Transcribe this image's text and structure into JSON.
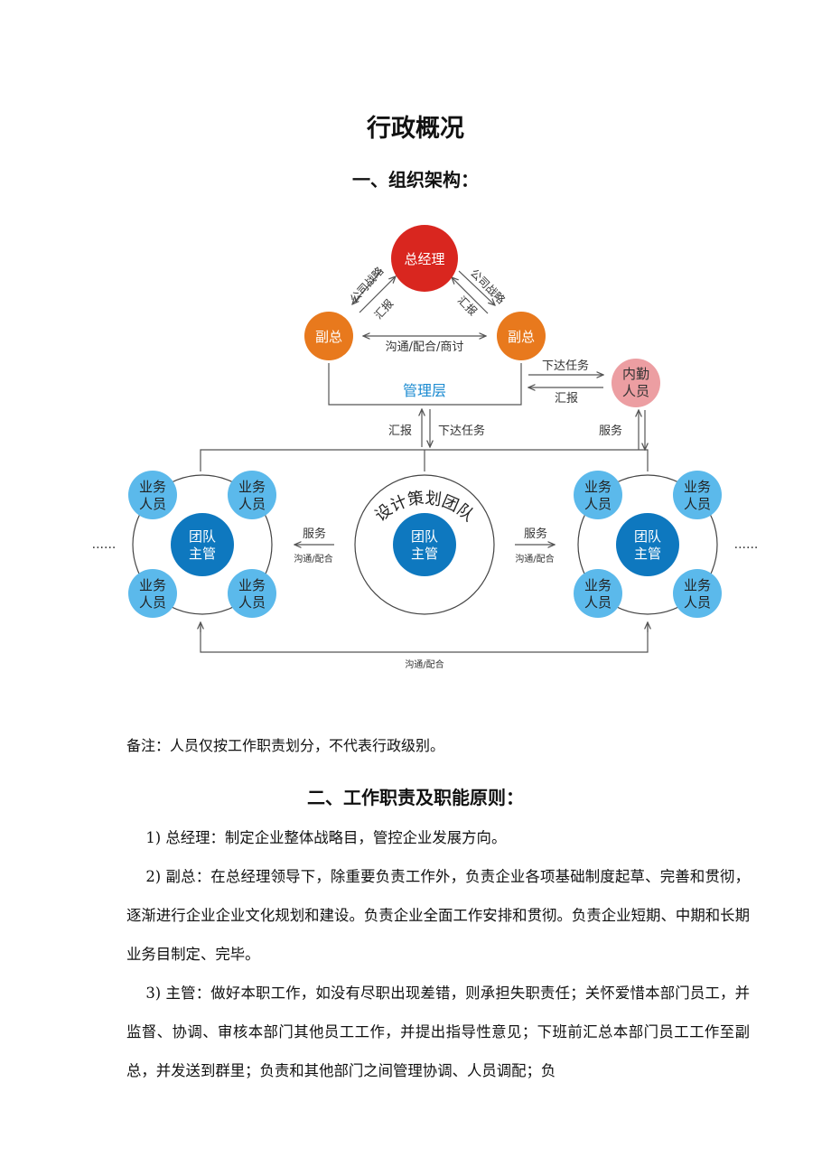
{
  "title": "行政概况",
  "section1": "一、组织架构：",
  "diagram": {
    "gm": "总经理",
    "vp": "副总",
    "company_strategy": "公司战略",
    "report": "汇报",
    "comm_coop_discuss": "沟通/配合/商讨",
    "management": "管理层",
    "assign_tasks": "下达任务",
    "office_staff_1": "内勤",
    "office_staff_2": "人员",
    "service": "服务",
    "sales_1": "业务",
    "sales_2": "人员",
    "lead_1": "团队",
    "lead_2": "主管",
    "design_team": "设计策划团队",
    "comm_coop": "沟通/配合",
    "ellipsis": "......",
    "colors": {
      "gm": "#d9261f",
      "vp": "#e8791d",
      "office": "#ec9ea2",
      "lead": "#0e78bf",
      "sales": "#5bb9eb",
      "mgmt_text": "#1a8ad0"
    }
  },
  "note": "备注：人员仅按工作职责划分，不代表行政级别。",
  "section2": "二、工作职责及职能原则：",
  "paragraphs": [
    "1) 总经理：制定企业整体战略目，管控企业发展方向。",
    "2) 副总：在总经理领导下，除重要负责工作外，负责企业各项基础制度起草、完善和贯彻，逐渐进行企业企业文化规划和建设。负责企业全面工作安排和贯彻。负责企业短期、中期和长期业务目制定、完毕。",
    "3) 主管：做好本职工作，如没有尽职出现差错，则承担失职责任；关怀爱惜本部门员工，并监督、协调、审核本部门其他员工工作，并提出指导性意见；下班前汇总本部门员工工作至副总，并发送到群里；负责和其他部门之间管理协调、人员调配；负"
  ]
}
